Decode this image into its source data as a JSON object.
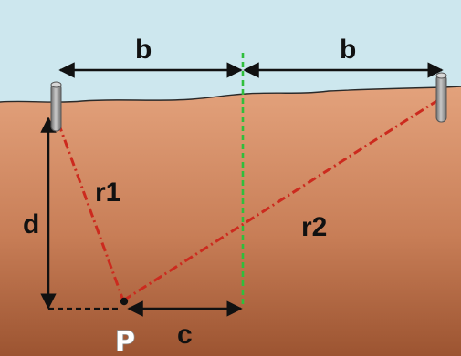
{
  "labels": {
    "b_left": "b",
    "b_right": "b",
    "r1": "r1",
    "r2": "r2",
    "d": "d",
    "c": "c",
    "p": "P"
  },
  "colors": {
    "sky": "#cde7ee",
    "ground_top": "#e3a27c",
    "ground_bottom": "#9c5431",
    "distance_line": "#cc2a1e",
    "midline": "#2fbf3c",
    "arrows": "#111111",
    "electrode": "#8f8f8f",
    "point": "#111111"
  },
  "icons": {
    "left_electrode": "electrode-rod-icon",
    "right_electrode": "electrode-rod-icon",
    "point": "point-marker-icon"
  }
}
